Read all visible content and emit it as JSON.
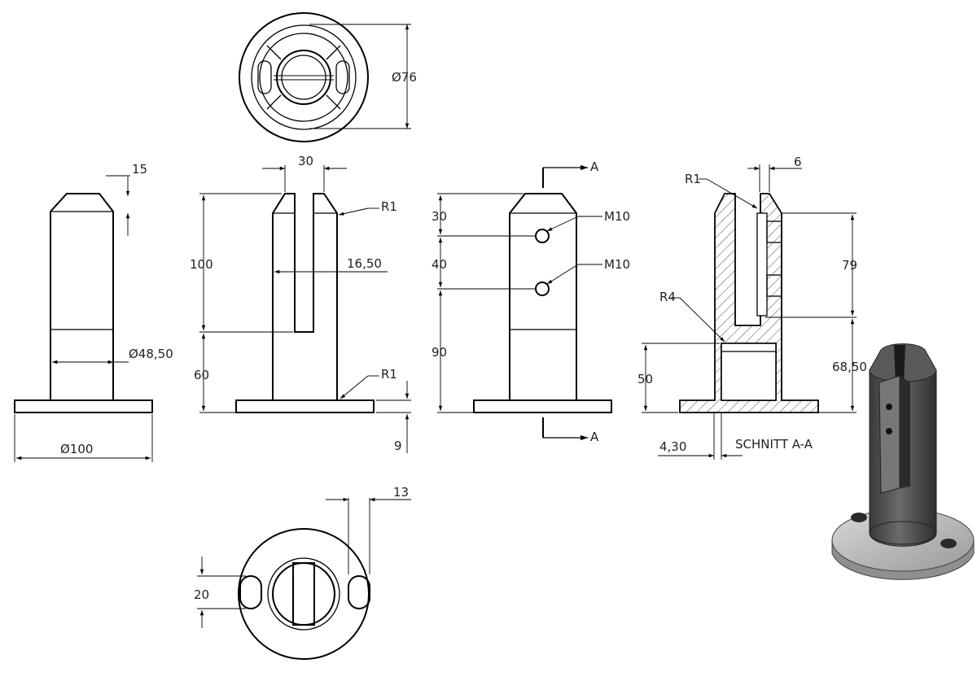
{
  "dimensions": {
    "top_diameter": "Ø76",
    "tip_chamfer": "15",
    "base_diameter": "Ø100",
    "shaft_diameter": "Ø48,50",
    "slot_width": "30",
    "slot_depth": "100",
    "lower_height": "60",
    "slot_offset": "16,50",
    "base_thickness": "9",
    "radius_1": "R1",
    "hole_offset_1": "30",
    "hole_offset_2": "40",
    "hole_offset_3": "90",
    "thread_1": "M10",
    "thread_2": "M10",
    "wall_thickness": "6",
    "section_height_upper": "79",
    "section_height_lower": "68,50",
    "radius_4": "R4",
    "bore_depth": "50",
    "bore_offset": "4,30",
    "slot_hole_width": "13",
    "slot_hole_length": "20"
  },
  "section": {
    "marker": "A",
    "title": "SCHNITT A-A"
  },
  "colors": {
    "line": "#000000",
    "render_body": "#4a4a4a",
    "render_base": "#bdbdbd"
  }
}
